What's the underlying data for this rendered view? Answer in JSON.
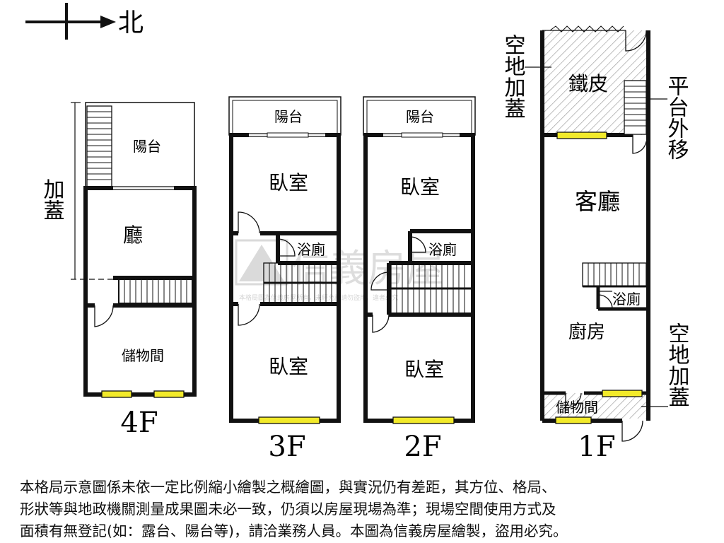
{
  "compass": {
    "north_label": "北"
  },
  "watermark": {
    "brand": "信義房屋",
    "notice": "本格局圖為信義房屋所有，未經允許請勿盜用，違者必究"
  },
  "floors": {
    "f4": {
      "label": "4F",
      "rooms": {
        "balcony": "陽台",
        "hall": "廳",
        "storage": "儲物間"
      },
      "annotation": "加蓋"
    },
    "f3": {
      "label": "3F",
      "rooms": {
        "balcony": "陽台",
        "bedroom_top": "臥室",
        "bath": "浴廁",
        "bedroom_bottom": "臥室"
      }
    },
    "f2": {
      "label": "2F",
      "rooms": {
        "balcony": "陽台",
        "bedroom_top": "臥室",
        "bath": "浴廁",
        "bedroom_bottom": "臥室"
      }
    },
    "f1": {
      "label": "1F",
      "rooms": {
        "iron_roof": "鐵皮",
        "living_room": "客廳",
        "bath": "浴廁",
        "kitchen": "廚房",
        "storage": "儲物間"
      },
      "annotations": {
        "open_space_top": "空地加蓋",
        "platform_moved": "平台外移",
        "open_space_bottom": "空地加蓋"
      }
    }
  },
  "disclaimer": {
    "line1": "本格局示意圖係未依一定比例縮小繪製之概繪圖，與實況仍有差距，其方位、格局、",
    "line2": "形狀等與地政機關測量成果圖未必一致，仍須以房屋現場為準；現場空間使用方式及",
    "line3": "面積有無登記(如：露台、陽台等)，請洽業務人員。本圖為信義房屋繪製，盜用必究。"
  },
  "colors": {
    "wall": "#111111",
    "window": "#f2ea2a",
    "hatch": "#9a9a9a",
    "watermark": "#c9c9c9"
  }
}
